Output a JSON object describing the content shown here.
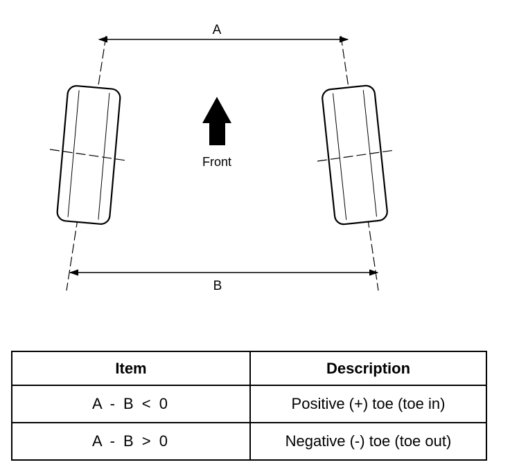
{
  "diagram": {
    "dimension_a": "A",
    "dimension_b": "B",
    "front_label": "Front"
  },
  "table": {
    "headers": {
      "item": "Item",
      "description": "Description"
    },
    "rows": [
      {
        "item": "A - B < 0",
        "description": "Positive (+) toe (toe in)"
      },
      {
        "item": "A - B > 0",
        "description": "Negative (-) toe (toe out)"
      }
    ]
  }
}
